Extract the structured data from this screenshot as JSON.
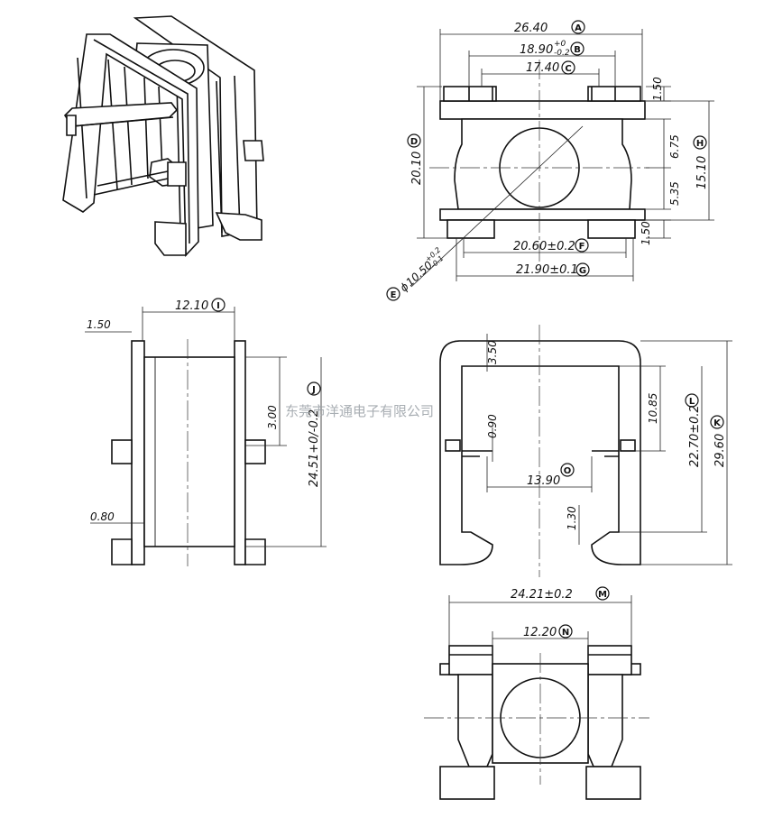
{
  "watermark": "东莞市洋通电子有限公司",
  "tags": [
    "A",
    "B",
    "C",
    "D",
    "E",
    "F",
    "G",
    "H",
    "I",
    "J",
    "K",
    "L",
    "M",
    "N",
    "O"
  ],
  "dims": {
    "a": "26.40",
    "b": "18.90",
    "b_tol_up": "+0",
    "b_tol_dn": "-0.2",
    "c": "17.40",
    "d": "20.10",
    "e_prefix": "ϕ",
    "e": "10.50",
    "e_tol_up": "+0.2",
    "e_tol_dn": "-0.1",
    "f": "20.60±0.2",
    "g": "21.90±0.1",
    "h": "15.10",
    "t_top": "1.50",
    "t_mid_up": "6.75",
    "t_mid_dn": "5.35",
    "t_bot": "1.50",
    "i": "12.10",
    "side_flange": "1.50",
    "side_wall": "0.80",
    "side_gap": "3.00",
    "j": "24.51+0/-0.2",
    "k": "29.60",
    "l": "22.70±0.2",
    "c_top": "3.50",
    "c_slot": "0.90",
    "c_inner": "10.85",
    "o": "13.90",
    "c_hook": "1.30",
    "n": "24.21±0.2",
    "m": "12.20"
  }
}
